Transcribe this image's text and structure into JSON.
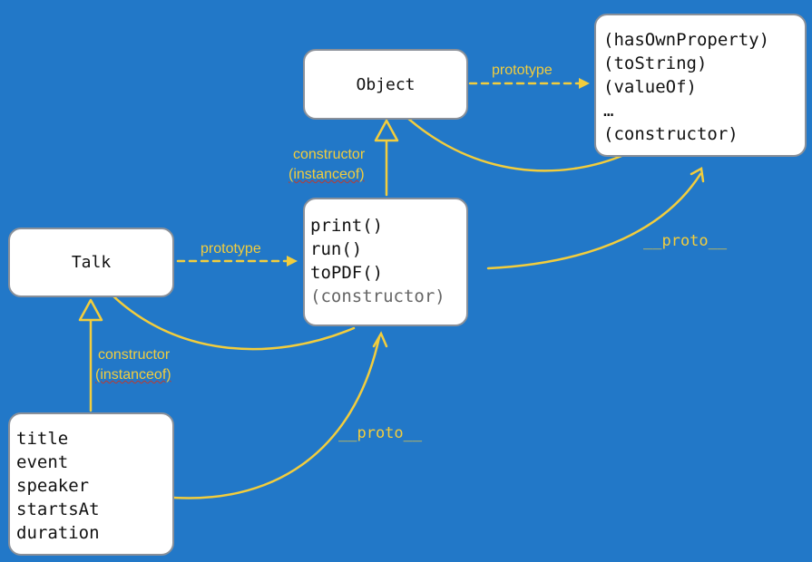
{
  "colors": {
    "background": "#2278c8",
    "arrow": "#f2cd3d",
    "box": "#ffffff"
  },
  "object_box": {
    "label": "Object"
  },
  "object_proto_box": {
    "items": [
      {
        "text": "(hasOwnProperty)",
        "muted": false
      },
      {
        "text": "(toString)",
        "muted": false
      },
      {
        "text": "(valueOf)",
        "muted": false
      },
      {
        "text": "…",
        "muted": false
      },
      {
        "text": "(constructor)",
        "muted": false
      }
    ]
  },
  "talk_box": {
    "label": "Talk"
  },
  "talk_proto_box": {
    "items": [
      {
        "text": "print()",
        "muted": false
      },
      {
        "text": "run()",
        "muted": false
      },
      {
        "text": "toPDF()",
        "muted": false
      },
      {
        "text": "(constructor)",
        "muted": true
      }
    ]
  },
  "instance_box": {
    "items": [
      {
        "text": "title"
      },
      {
        "text": "event"
      },
      {
        "text": "speaker"
      },
      {
        "text": "startsAt"
      },
      {
        "text": "duration"
      }
    ]
  },
  "labels": {
    "prototype_top": "prototype",
    "prototype_mid": "prototype",
    "constructor_top": "constructor",
    "instanceof_top": "(instanceof)",
    "constructor_bottom": "constructor",
    "instanceof_bottom": "(instanceof)",
    "proto_right": "__proto__",
    "proto_bottom": "__proto__"
  }
}
